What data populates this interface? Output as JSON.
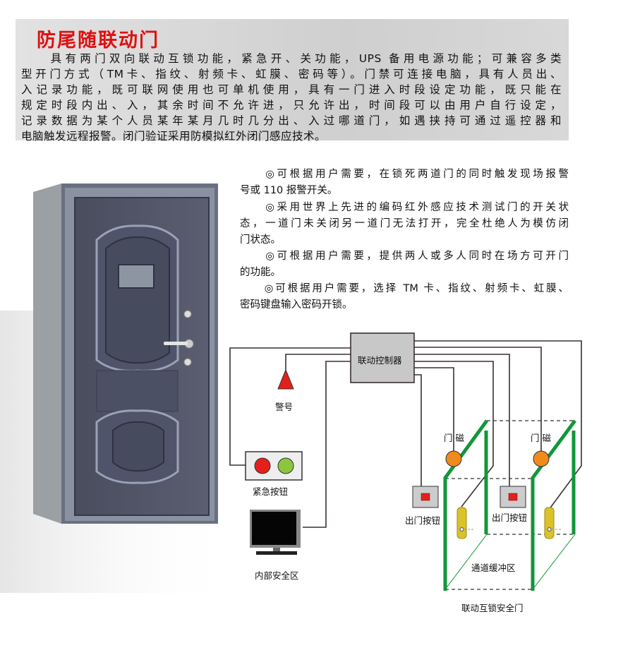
{
  "header": {
    "title": "防尾随联动门",
    "lines": [
      "　　具有两门双向联动互锁功能，紧急开、关功能，UPS 备用电源功能；可兼容多类",
      "型开门方式（TM卡、指纹、射频卡、虹膜、密码等）。门禁可连接电脑，具有人员出、",
      "入记录功能，既可联网使用也可单机使用，具有一门进入时段设定功能，既只能在",
      "规定时段内出、入，其余时间不允许进，只允许出，时间段可以由用户自行设定，",
      "记录数据为某个人员某年某月几时几分出、入过哪道门，如遇挟持可通过遥控器和",
      "电脑触发远程报警。闭门验证采用防模拟红外闭门感应技术。"
    ]
  },
  "features": {
    "lines": [
      "　　◎可根据用户需要，在锁死两道门的同时触发现场报警",
      "号或 110 报警开关。",
      "　　◎采用世界上先进的编码红外感应技术测试门的开关状",
      "态，一道门未关闭另一道门无法打开，完全杜绝人为模仿闭",
      "门状态。",
      "　　◎可根据用户需要，提供两人或多人同时在场方可开门",
      "的功能。",
      "　　◎可根据用户需要，选择 TM 卡、指纹、射频卡、虹膜、",
      "密码键盘输入密码开锁。"
    ]
  },
  "diagram": {
    "controller": "联动控制器",
    "alarm": "警号",
    "emergency_button": "紧急按钮",
    "internal_zone": "内部安全区",
    "door_magnet_1": "门 磁",
    "door_magnet_2": "门 磁",
    "exit_button_1": "出门按钮",
    "exit_button_2": "出门按钮",
    "buffer_zone": "通道缓冲区",
    "interlock_door": "联动互锁安全门"
  },
  "colors": {
    "title": "#e01010",
    "frame": "#12963a",
    "magnet": "#f08a1c",
    "alarm": "#e5201c",
    "ok": "#8cc63f"
  }
}
